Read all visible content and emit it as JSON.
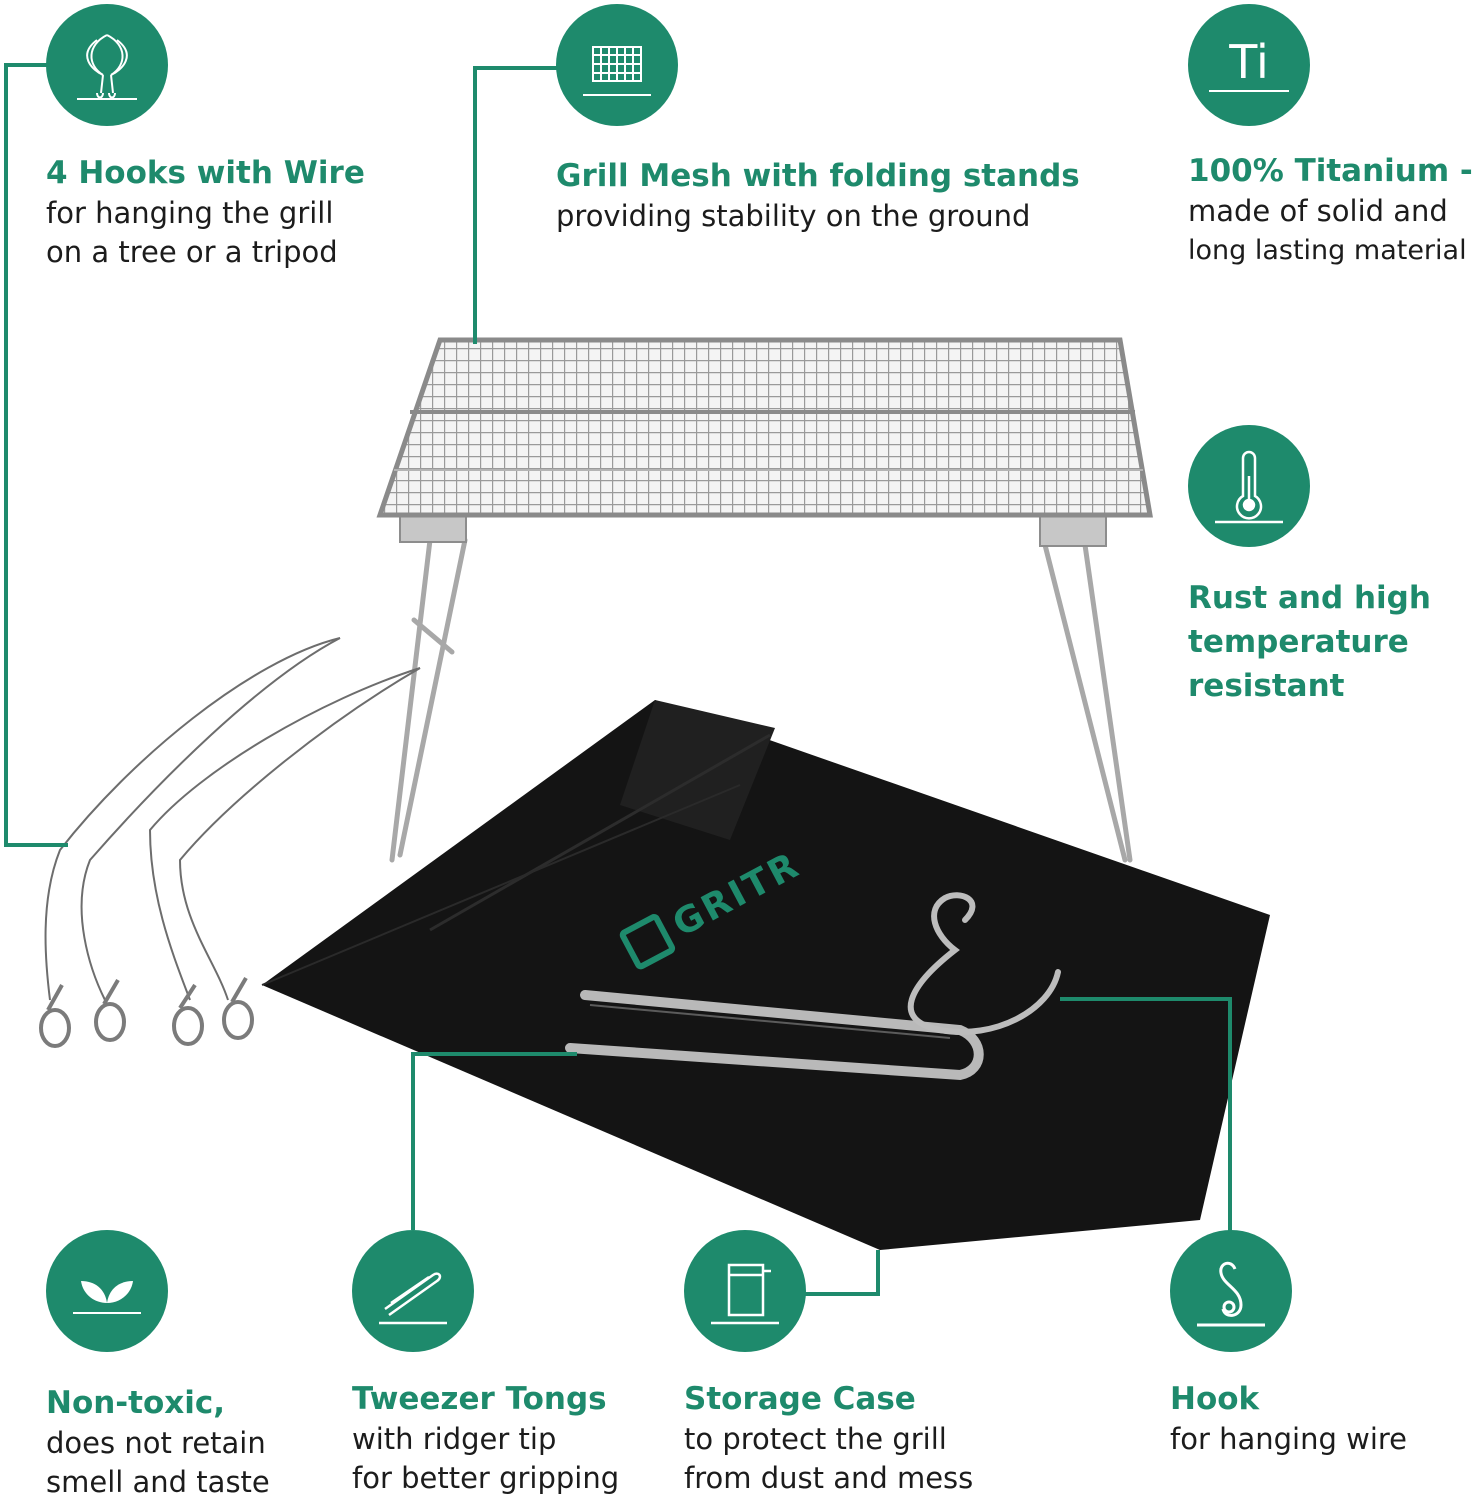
{
  "accent_color": "#1e8a6c",
  "features": {
    "hooks": {
      "icon": "hooks-wire-icon",
      "title": "4 Hooks with Wire",
      "line1": "for hanging the grill",
      "line2": "on a tree or a tripod"
    },
    "mesh": {
      "icon": "grill-mesh-icon",
      "title": "Grill Mesh with folding stands",
      "line1": "providing stability on the ground"
    },
    "titanium": {
      "icon": "titanium-icon",
      "icon_text": "Ti",
      "title": "100% Titanium -",
      "line1": "made of solid and",
      "line2": "long lasting material"
    },
    "rust": {
      "icon": "thermometer-icon",
      "title_line1": "Rust and high",
      "title_line2": "temperature",
      "title_line3": "resistant"
    },
    "nontoxic": {
      "icon": "leaf-icon",
      "title": "Non-toxic,",
      "line1": "does not retain",
      "line2": "smell and taste"
    },
    "tongs": {
      "icon": "tongs-icon",
      "title": "Tweezer Tongs",
      "line1": "with ridger tip",
      "line2": "for better gripping"
    },
    "case": {
      "icon": "storage-case-icon",
      "title": "Storage Case",
      "line1": "to protect the grill",
      "line2": "from dust and mess"
    },
    "hook": {
      "icon": "hook-icon",
      "title": "Hook",
      "line1": "for hanging wire"
    }
  },
  "bag_logo": "GRITR"
}
